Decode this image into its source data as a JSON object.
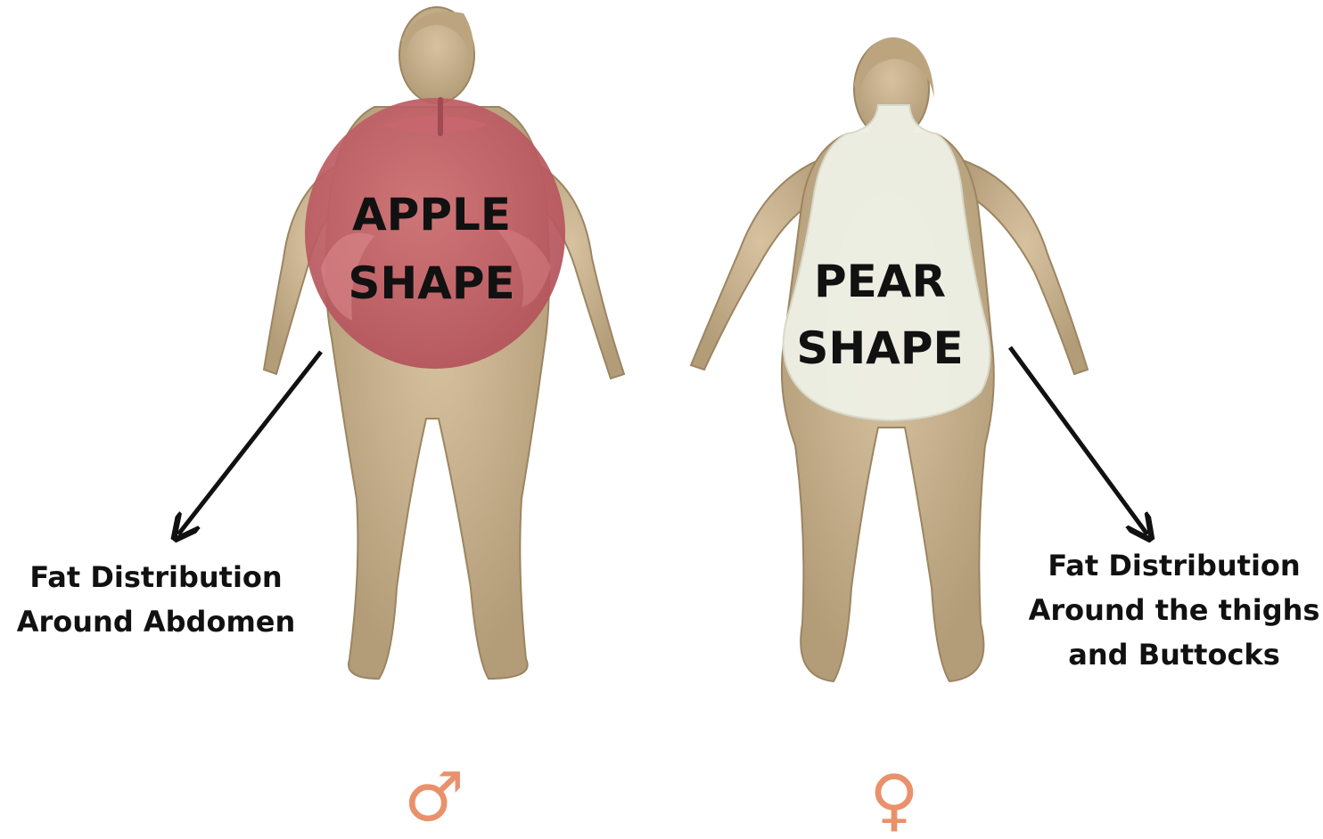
{
  "labels": {
    "apple": {
      "line1": "APPLE",
      "line2": "SHAPE",
      "fill": "#c45e66"
    },
    "pear": {
      "line1": "PEAR",
      "line2": "SHAPE",
      "fill": "#eef0e4"
    }
  },
  "captions": {
    "apple": [
      "Fat Distribution",
      "Around Abdomen"
    ],
    "pear": [
      "Fat Distribution",
      "Around the thighs",
      "and Buttocks"
    ]
  },
  "symbols": {
    "male": "♂",
    "female": "♀"
  },
  "colors": {
    "skin": "#c8b18f",
    "skin_shadow": "#a48e6c",
    "arrow": "#111111",
    "symbol": "#e9916c"
  }
}
